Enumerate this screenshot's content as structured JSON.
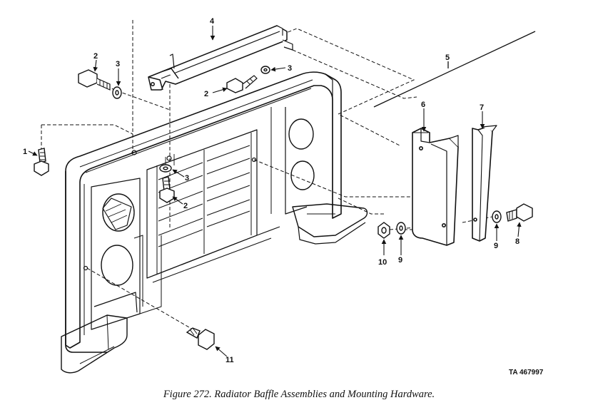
{
  "figure": {
    "caption": "Figure 272. Radiator Baffle Assemblies and Mounting Hardware.",
    "code": "TA 467997"
  },
  "callouts": {
    "c1": "1",
    "c2a": "2",
    "c2b": "2",
    "c2c": "2",
    "c3a": "3",
    "c3b": "3",
    "c3c": "3",
    "c4": "4",
    "c5": "5",
    "c6": "6",
    "c7": "7",
    "c8": "8",
    "c9a": "9",
    "c9b": "9",
    "c10": "10",
    "c11": "11"
  },
  "colors": {
    "ink": "#111111",
    "paper": "#ffffff"
  }
}
